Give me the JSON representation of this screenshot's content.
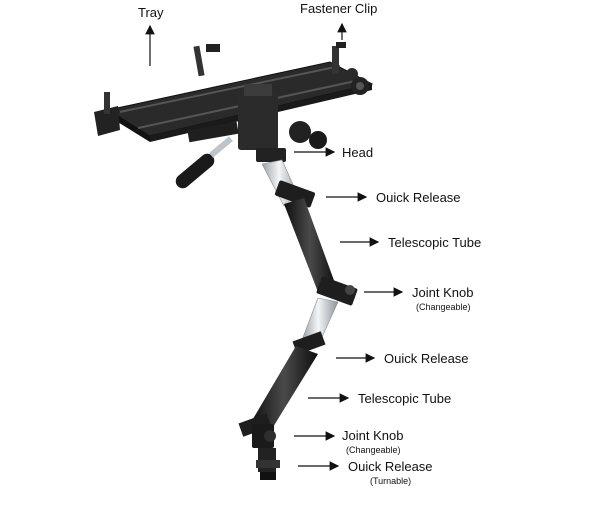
{
  "labels": {
    "tray": "Tray",
    "fastener_clip": "Fastener Clip",
    "head": "Head",
    "quick_release_1": "Ouick Release",
    "telescopic_tube_1": "Telescopic Tube",
    "joint_knob_1": "Joint Knob",
    "joint_knob_1_note": "(Changeable)",
    "quick_release_2": "Ouick Release",
    "telescopic_tube_2": "Telescopic Tube",
    "joint_knob_2": "Joint Knob",
    "joint_knob_2_note": "(Changeable)",
    "quick_release_3": "Ouick Release",
    "quick_release_3_note": "(Turnable)"
  },
  "colors": {
    "metal_dark": "#1b1b1b",
    "metal_mid": "#3a3a3a",
    "tube_silver": "#d9dde0",
    "text": "#111111",
    "background": "#ffffff"
  }
}
